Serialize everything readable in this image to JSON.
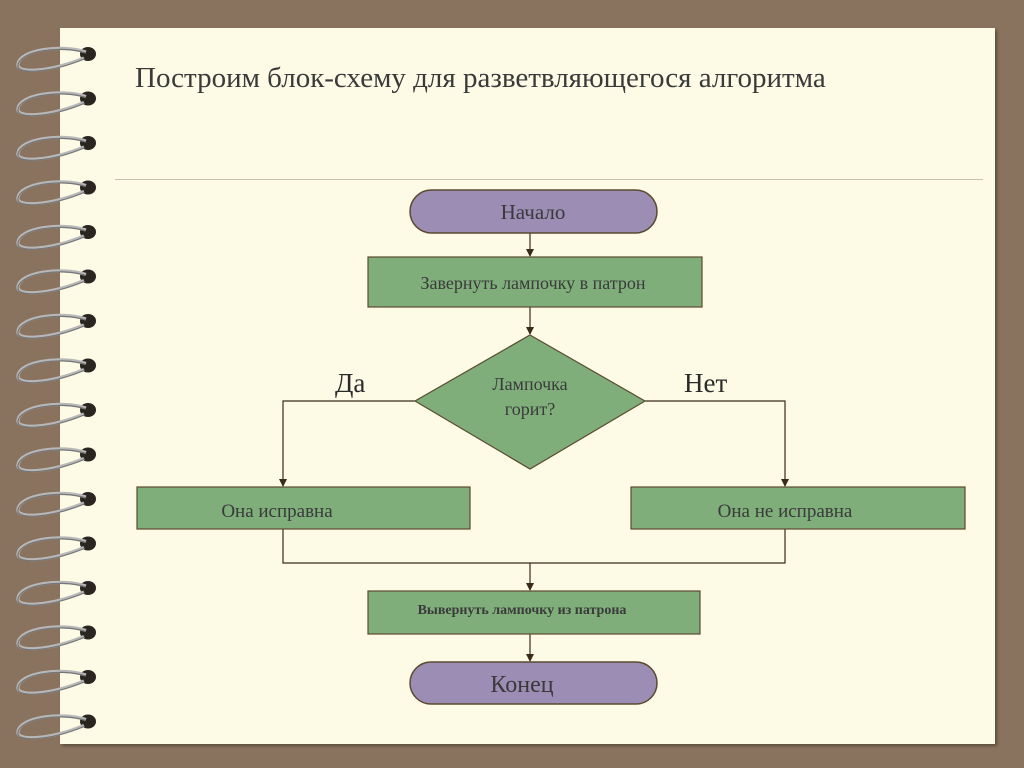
{
  "slide": {
    "title": "Построим блок-схему для разветвляющегося  алгоритма"
  },
  "colors": {
    "terminator_fill": "#9b8db4",
    "process_fill": "#7fae7b",
    "outline": "#5b4a2f",
    "page": "#fdfbe6",
    "background": "#8a735e"
  },
  "flowchart": {
    "start": "Начало",
    "step1": "Завернуть лампочку в патрон",
    "decision_line1": "Лампочка",
    "decision_line2": "горит?",
    "yes_label": "Да",
    "no_label": "Нет",
    "yes_result": "Она исправна",
    "no_result": "Она не исправна",
    "final_step": "Вывернуть лампочку из патрона",
    "end": "Конец"
  }
}
